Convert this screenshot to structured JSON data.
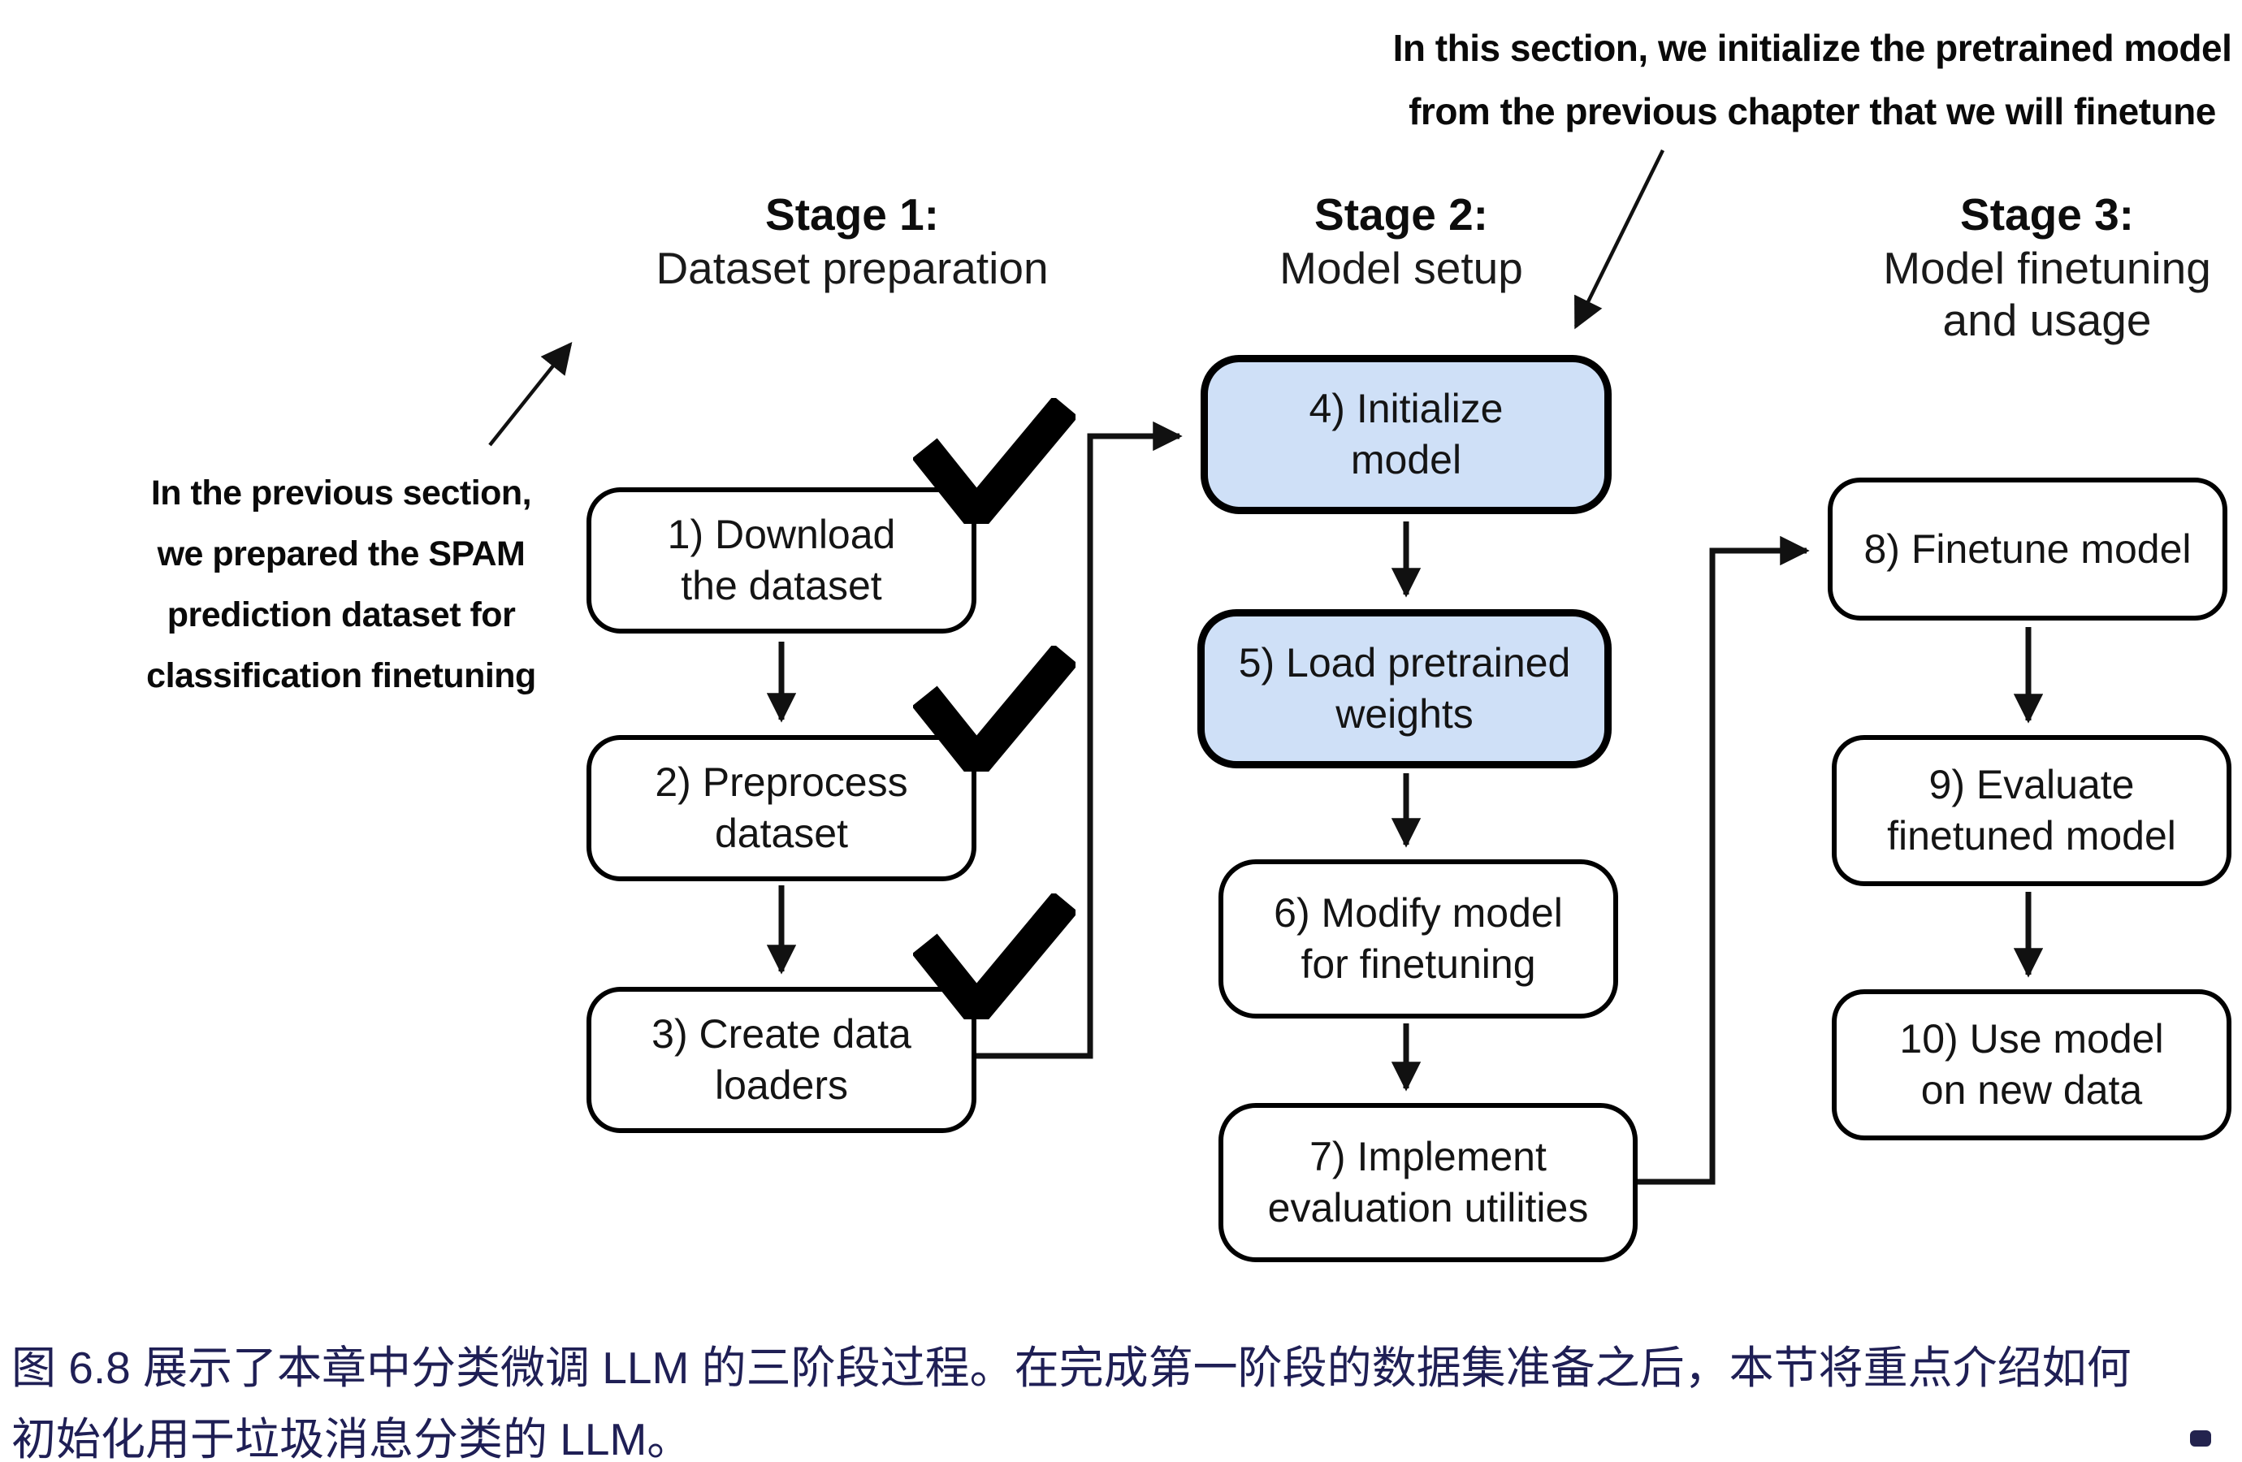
{
  "figure": {
    "kind": "three-stage LLM classification finetuning flowchart",
    "background": "#ffffff"
  },
  "annotations": {
    "top": {
      "text": "In this section, we initialize the pretrained model\nfrom the previous chapter that we will finetune"
    },
    "left": {
      "text": "In the previous section,\nwe prepared the SPAM\nprediction dataset for\nclassification finetuning"
    }
  },
  "stages": [
    {
      "title": "Stage 1:",
      "subtitle": "Dataset preparation",
      "boxes": [
        {
          "label": "1) Download\nthe dataset",
          "checked": true,
          "highlighted": false
        },
        {
          "label": "2) Preprocess\ndataset",
          "checked": true,
          "highlighted": false
        },
        {
          "label": "3) Create data\nloaders",
          "checked": true,
          "highlighted": false
        }
      ]
    },
    {
      "title": "Stage 2:",
      "subtitle": "Model setup",
      "boxes": [
        {
          "label": "4) Initialize\nmodel",
          "checked": false,
          "highlighted": true
        },
        {
          "label": "5) Load pretrained\nweights",
          "checked": false,
          "highlighted": true
        },
        {
          "label": "6) Modify model\nfor finetuning",
          "checked": false,
          "highlighted": false
        },
        {
          "label": "7) Implement\nevaluation utilities",
          "checked": false,
          "highlighted": false
        }
      ]
    },
    {
      "title": "Stage 3:",
      "subtitle": "Model finetuning\nand usage",
      "boxes": [
        {
          "label": "8) Finetune model",
          "checked": false,
          "highlighted": false
        },
        {
          "label": "9) Evaluate\nfinetuned model",
          "checked": false,
          "highlighted": false
        },
        {
          "label": "10) Use model\non new data",
          "checked": false,
          "highlighted": false
        }
      ]
    }
  ],
  "caption": {
    "text": "图 6.8 展示了本章中分类微调 LLM 的三阶段过程。在完成第一阶段的数据集准备之后，本节将重点介绍如何\n初始化用于垃圾消息分类的 LLM。",
    "color": "#1f1f55"
  },
  "colors": {
    "highlight_fill": "#cfe0f7",
    "box_fill": "#ffffff",
    "box_border": "#000000",
    "arrow": "#111111",
    "note_text": "#0a0a0a"
  }
}
